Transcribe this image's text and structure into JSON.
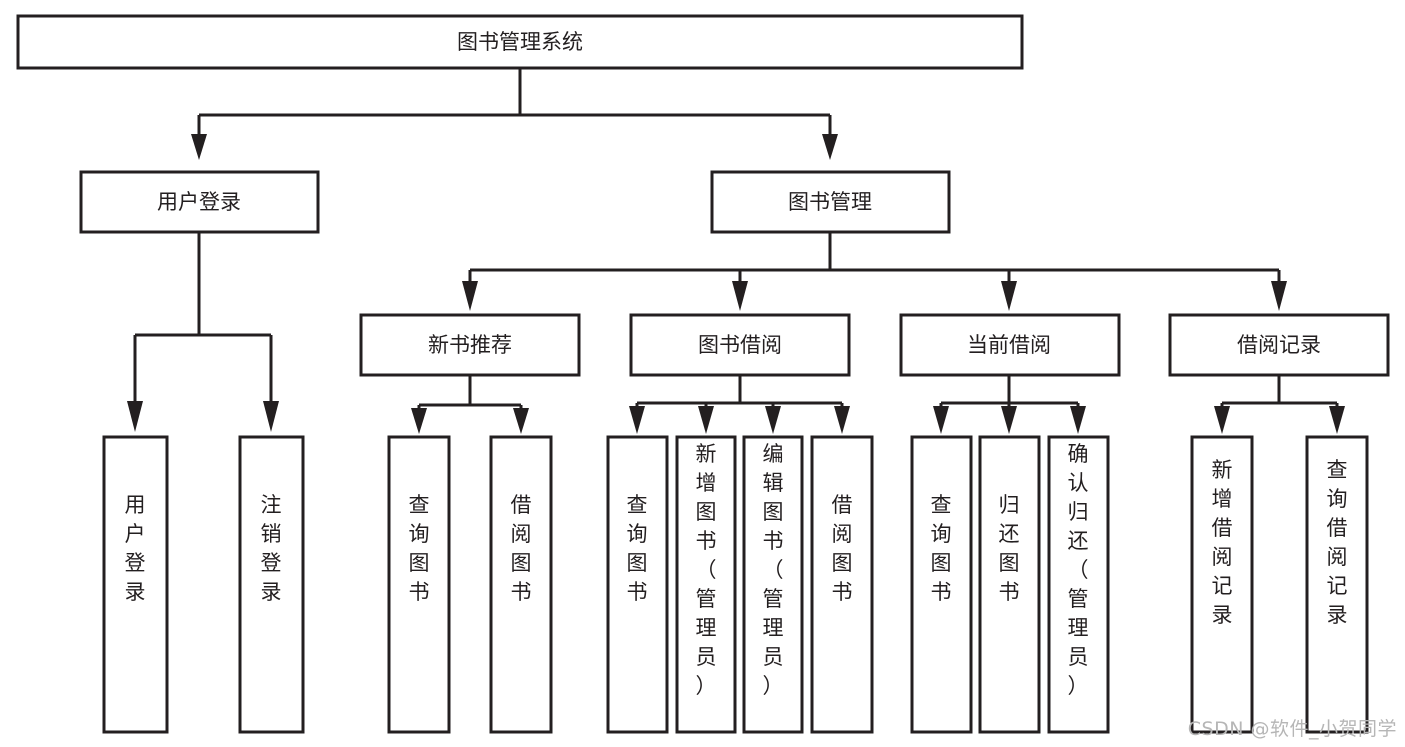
{
  "diagram": {
    "type": "tree-hierarchy-chart",
    "title": "图书管理系统",
    "colors": {
      "stroke": "#231f20",
      "fill": "#ffffff",
      "background": "#ffffff",
      "watermark": "#b6b6b6"
    },
    "root": {
      "id": "root",
      "label": "图书管理系统",
      "orientation": "horizontal"
    },
    "level2": [
      {
        "id": "user-login",
        "label": "用户登录",
        "orientation": "horizontal"
      },
      {
        "id": "book-management",
        "label": "图书管理",
        "orientation": "horizontal"
      }
    ],
    "level3": [
      {
        "id": "new-book-recommend",
        "label": "新书推荐",
        "parent": "book-management",
        "orientation": "horizontal"
      },
      {
        "id": "book-borrow",
        "label": "图书借阅",
        "parent": "book-management",
        "orientation": "horizontal"
      },
      {
        "id": "current-borrow",
        "label": "当前借阅",
        "parent": "book-management",
        "orientation": "horizontal"
      },
      {
        "id": "borrow-record",
        "label": "借阅记录",
        "parent": "book-management",
        "orientation": "horizontal"
      }
    ],
    "leaves": [
      {
        "id": "leaf-user-login",
        "label": "用户登录",
        "parent": "user-login",
        "orientation": "vertical"
      },
      {
        "id": "leaf-logout-login",
        "label": "注销登录",
        "parent": "user-login",
        "orientation": "vertical"
      },
      {
        "id": "leaf-query-book-1",
        "label": "查询图书",
        "parent": "new-book-recommend",
        "orientation": "vertical"
      },
      {
        "id": "leaf-borrow-book-1",
        "label": "借阅图书",
        "parent": "new-book-recommend",
        "orientation": "vertical"
      },
      {
        "id": "leaf-query-book-2",
        "label": "查询图书",
        "parent": "book-borrow",
        "orientation": "vertical"
      },
      {
        "id": "leaf-add-book",
        "label": "新增图书（管理员）",
        "parent": "book-borrow",
        "orientation": "vertical"
      },
      {
        "id": "leaf-edit-book",
        "label": "编辑图书（管理员）",
        "parent": "book-borrow",
        "orientation": "vertical"
      },
      {
        "id": "leaf-borrow-book-2",
        "label": "借阅图书",
        "parent": "book-borrow",
        "orientation": "vertical"
      },
      {
        "id": "leaf-query-book-3",
        "label": "查询图书",
        "parent": "current-borrow",
        "orientation": "vertical"
      },
      {
        "id": "leaf-return-book",
        "label": "归还图书",
        "parent": "current-borrow",
        "orientation": "vertical"
      },
      {
        "id": "leaf-confirm-return",
        "label": "确认归还（管理员）",
        "parent": "current-borrow",
        "orientation": "vertical"
      },
      {
        "id": "leaf-add-record",
        "label": "新增借阅记录",
        "parent": "borrow-record",
        "orientation": "vertical"
      },
      {
        "id": "leaf-query-record",
        "label": "查询借阅记录",
        "parent": "borrow-record",
        "orientation": "vertical"
      }
    ]
  },
  "watermark": {
    "text": "CSDN @软件_小贺同学"
  }
}
